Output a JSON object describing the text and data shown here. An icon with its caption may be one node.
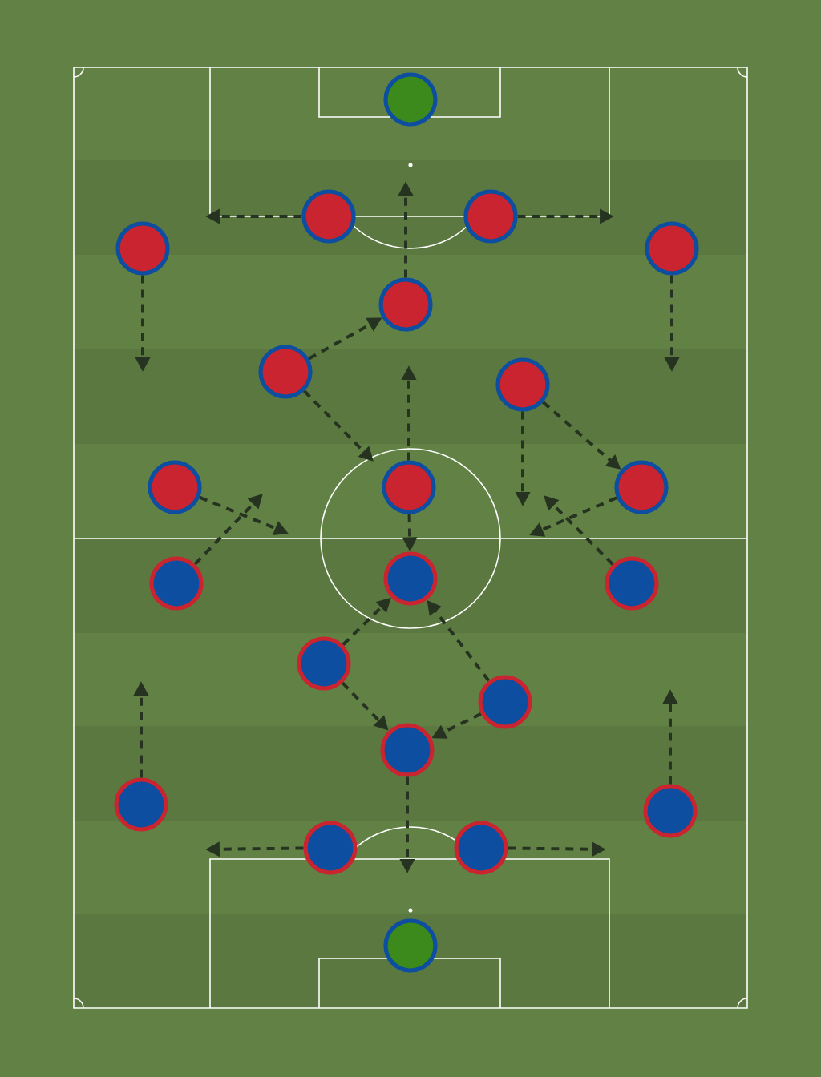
{
  "diagram": {
    "nodes": [
      {
        "text": [],
        "shape": "circle"
      },
      {
        "text": [],
        "shape": "circle"
      },
      {
        "text": [],
        "shape": "circle"
      },
      {
        "text": [],
        "shape": "circle"
      },
      {
        "text": [],
        "shape": "circle"
      },
      {
        "text": [],
        "shape": "circle"
      },
      {
        "text": [],
        "shape": "circle"
      },
      {
        "text": [],
        "shape": "circle"
      },
      {
        "text": [],
        "shape": "circle"
      },
      {
        "text": [],
        "shape": "circle"
      },
      {
        "text": [],
        "shape": "circle"
      },
      {
        "text": [],
        "shape": "circle"
      },
      {
        "text": [],
        "shape": "circle"
      },
      {
        "text": [],
        "shape": "circle"
      },
      {
        "text": [],
        "shape": "circle"
      },
      {
        "text": [],
        "shape": "circle"
      },
      {
        "text": [],
        "shape": "circle"
      },
      {
        "text": [],
        "shape": "circle"
      },
      {
        "text": [],
        "shape": "circle"
      },
      {
        "text": [],
        "shape": "circle"
      },
      {
        "text": [],
        "shape": "circle"
      },
      {
        "text": [],
        "shape": "circle"
      }
    ],
    "edges": [
      {
        "from": 1,
        "to": null,
        "arrow": "to"
      },
      {
        "from": 2,
        "to": null,
        "arrow": "to"
      },
      {
        "from": 5,
        "to": null,
        "arrow": "to"
      },
      {
        "from": 3,
        "to": null,
        "arrow": "to"
      },
      {
        "from": 4,
        "to": null,
        "arrow": "to"
      },
      {
        "from": 6,
        "to": 5,
        "arrow": "to"
      },
      {
        "from": 6,
        "to": null,
        "arrow": "to"
      },
      {
        "from": 9,
        "to": null,
        "arrow": "to"
      },
      {
        "from": 7,
        "to": null,
        "arrow": "to"
      },
      {
        "from": 7,
        "to": 10,
        "arrow": "to"
      },
      {
        "from": 8,
        "to": null,
        "arrow": "to"
      },
      {
        "from": 10,
        "to": null,
        "arrow": "to"
      },
      {
        "from": 11,
        "to": null,
        "arrow": "to"
      },
      {
        "from": 13,
        "to": null,
        "arrow": "to"
      },
      {
        "from": 9,
        "to": 12,
        "arrow": "to"
      },
      {
        "from": 14,
        "to": 12,
        "arrow": "to"
      },
      {
        "from": 15,
        "to": 12,
        "arrow": "to"
      },
      {
        "from": 14,
        "to": 16,
        "arrow": "to"
      },
      {
        "from": 15,
        "to": 16,
        "arrow": "to"
      },
      {
        "from": 16,
        "to": null,
        "arrow": "to"
      },
      {
        "from": 19,
        "to": null,
        "arrow": "to"
      },
      {
        "from": 20,
        "to": null,
        "arrow": "to"
      },
      {
        "from": 17,
        "to": null,
        "arrow": "to"
      },
      {
        "from": 18,
        "to": null,
        "arrow": "to"
      }
    ]
  }
}
